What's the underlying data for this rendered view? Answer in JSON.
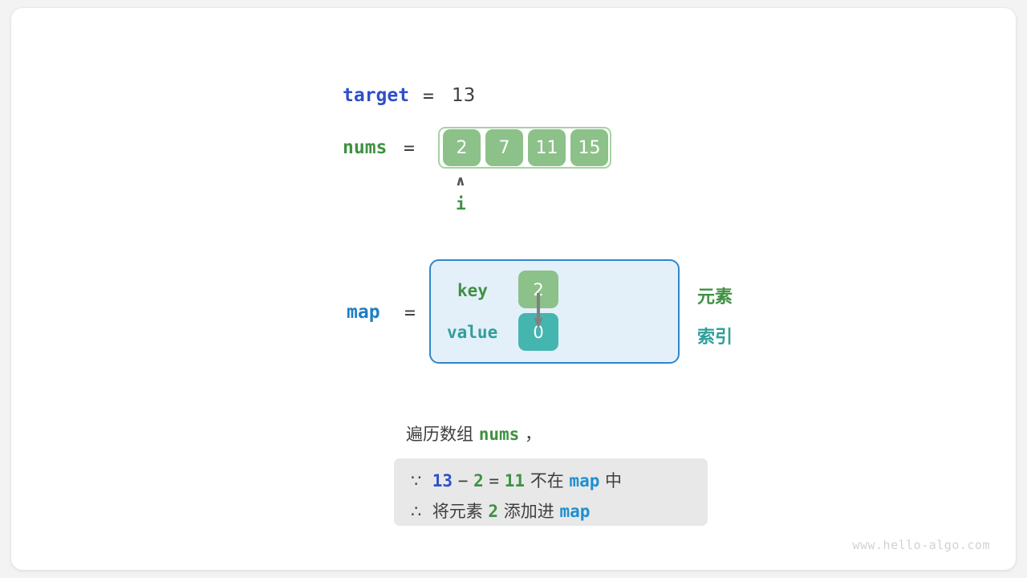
{
  "target": {
    "label": "target",
    "equals": "=",
    "value": "13"
  },
  "nums": {
    "label": "nums",
    "equals": "=",
    "cells": [
      "2",
      "7",
      "11",
      "15"
    ],
    "pointer": {
      "caret": "∧",
      "name": "i",
      "index": 0
    }
  },
  "map": {
    "label": "map",
    "equals": "=",
    "key_label": "key",
    "value_label": "value",
    "entries": [
      {
        "key": "2",
        "value": "0"
      }
    ],
    "side_labels": {
      "element": "元素",
      "index": "索引"
    }
  },
  "caption": {
    "prefix": "遍历数组 ",
    "code": "nums",
    "suffix": " ，"
  },
  "note": {
    "line1": {
      "because_symbol": "∵",
      "a": "13",
      "minus": "−",
      "b": "2",
      "equals": "=",
      "result": "11",
      "text_mid": "不在",
      "map_word": "map",
      "text_end": "中"
    },
    "line2": {
      "therefore_symbol": "∴",
      "text_start": "将元素",
      "element": "2",
      "text_mid": "添加进",
      "map_word": "map"
    }
  },
  "watermark": "www.hello-algo.com",
  "colors": {
    "target_blue": "#2f50c8",
    "nums_green": "#3f9142",
    "map_blue": "#1f7fc4",
    "array_cell": "#8cc189",
    "array_frame": "#a6d3a2",
    "map_box_fill": "#e3f0fa",
    "map_box_border": "#2f86cc",
    "value_teal": "#45b5b0",
    "note_box": "#e8e8e8",
    "arrow_gray": "#808080",
    "watermark_gray": "#d2d2d2"
  }
}
